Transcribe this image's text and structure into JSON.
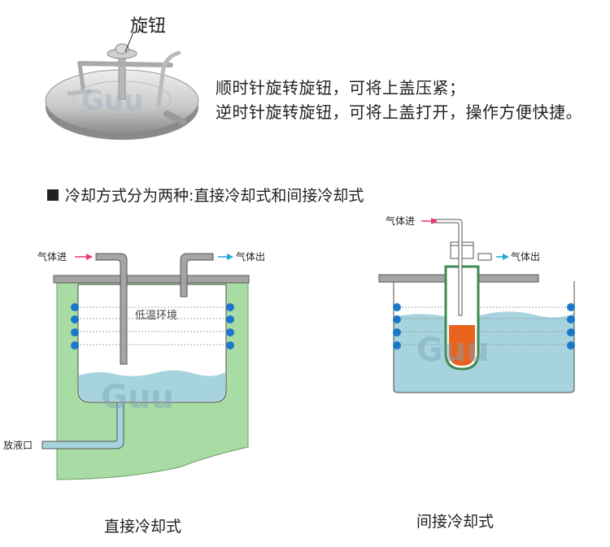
{
  "top": {
    "knob_label": "旋钮",
    "line1": "顺时针旋转旋钮，可将上盖压紧；",
    "line2": "逆时针旋转旋钮，可将上盖打开，操作方便快捷。"
  },
  "section_title": "冷却方式分为两种:直接冷却式和间接冷却式",
  "left_diagram": {
    "gas_in": "气体进",
    "gas_out": "气体出",
    "env": "低温环境",
    "drain": "放液口",
    "caption": "直接冷却式"
  },
  "right_diagram": {
    "gas_in": "气体进",
    "gas_out": "气体出",
    "caption": "间接冷却式"
  },
  "watermark": "Guu",
  "colors": {
    "green_jacket": "#a9dca5",
    "liquid_blue": "#a6d3de",
    "coil_blue": "#1b78c8",
    "orange": "#e8641e",
    "pink_arrow": "#e8356b",
    "cyan_arrow": "#22a6d6",
    "gray_pipe": "#a5a5a5"
  }
}
